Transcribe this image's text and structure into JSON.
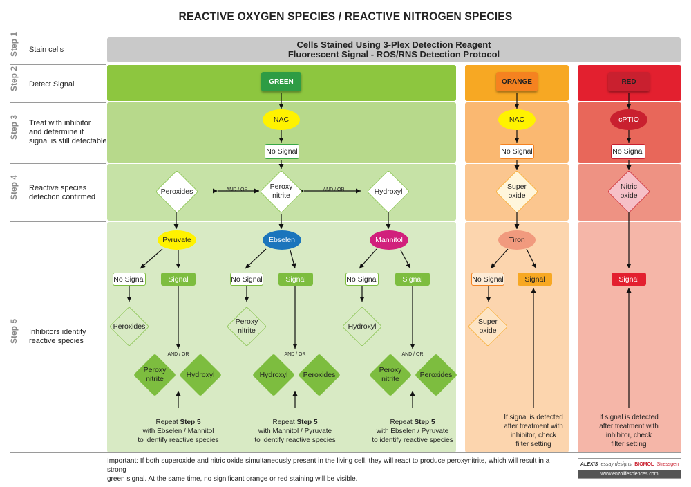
{
  "title": "REACTIVE OXYGEN SPECIES / REACTIVE NITROGEN SPECIES",
  "steps": [
    {
      "label": "Step 1",
      "desc": "Stain cells"
    },
    {
      "label": "Step 2",
      "desc": "Detect Signal"
    },
    {
      "label": "Step 3",
      "desc": "Treat with inhibitor\nand determine if\nsignal is still detectable"
    },
    {
      "label": "Step 4",
      "desc": "Reactive species\ndetection confirmed"
    },
    {
      "label": "Step 5",
      "desc": "Inhibitors identify\nreactive species"
    }
  ],
  "banner": {
    "line1": "Cells Stained Using 3-Plex Detection Reagent",
    "line2": "Fluorescent Signal - ROS/RNS Detection Protocol"
  },
  "colors": {
    "green_step2": "#8dc63f",
    "green_light": "#b7d98b",
    "green_pale": "#d6e9c1",
    "green_box": "#2e9c44",
    "orange_step2": "#f7a823",
    "orange_light": "#fbc37f",
    "orange_pale": "#fcd7b0",
    "orange_box": "#f58220",
    "red_step2": "#e3202f",
    "red_mid": "#ea6a5c",
    "red_light": "#f1968a",
    "red_pale": "#f6b7aa",
    "red_box": "#c9202f",
    "yellow": "#fff200",
    "blue": "#1b75bc",
    "magenta": "#d1207c",
    "salmon": "#f19a7e",
    "signal_green": "#7dbd3f"
  },
  "channels": {
    "green": "GREEN",
    "orange": "ORANGE",
    "red": "RED"
  },
  "inhibitors": {
    "nac": "NAC",
    "cptio": "cPTIO"
  },
  "no_signal": "No Signal",
  "signal": "Signal",
  "and_or": "AND / OR",
  "species": {
    "peroxides": "Peroxides",
    "peroxynitrite_l1": "Peroxy",
    "peroxynitrite_l2": "nitrite",
    "hydroxyl": "Hydroxyl",
    "superoxide_l1": "Super",
    "superoxide_l2": "oxide",
    "nitricoxide_l1": "Nitric",
    "nitricoxide_l2": "oxide"
  },
  "step5_inhibitors": {
    "pyruvate": "Pyruvate",
    "ebselen": "Ebselen",
    "mannitol": "Mannitol",
    "tiron": "Tiron"
  },
  "repeat": {
    "prefix": "Repeat",
    "bold": "Step 5",
    "col1_l2": "with Ebselen / Mannitol",
    "col2_l2": "with Mannitol / Pyruvate",
    "col3_l2": "with Ebselen / Pyruvate",
    "l3": "to identify reactive species"
  },
  "filter_note": {
    "l1": "If signal is detected",
    "l2": "after treatment with",
    "l3": "inhibitor, check",
    "l4": "filter setting"
  },
  "footer": {
    "l1": "Important: If both superoxide and nitric oxide simultaneously present in the living cell, they will react to produce peroxynitrite, which will result in a strong",
    "l2": "green signal. At the same time, no significant orange or red staining will be visible."
  },
  "logos": {
    "a": "ALEXIS",
    "b": "essay designs",
    "c": "BIOMOL",
    "d": "Stressgen",
    "url": "www.enzolifesciences.com"
  }
}
